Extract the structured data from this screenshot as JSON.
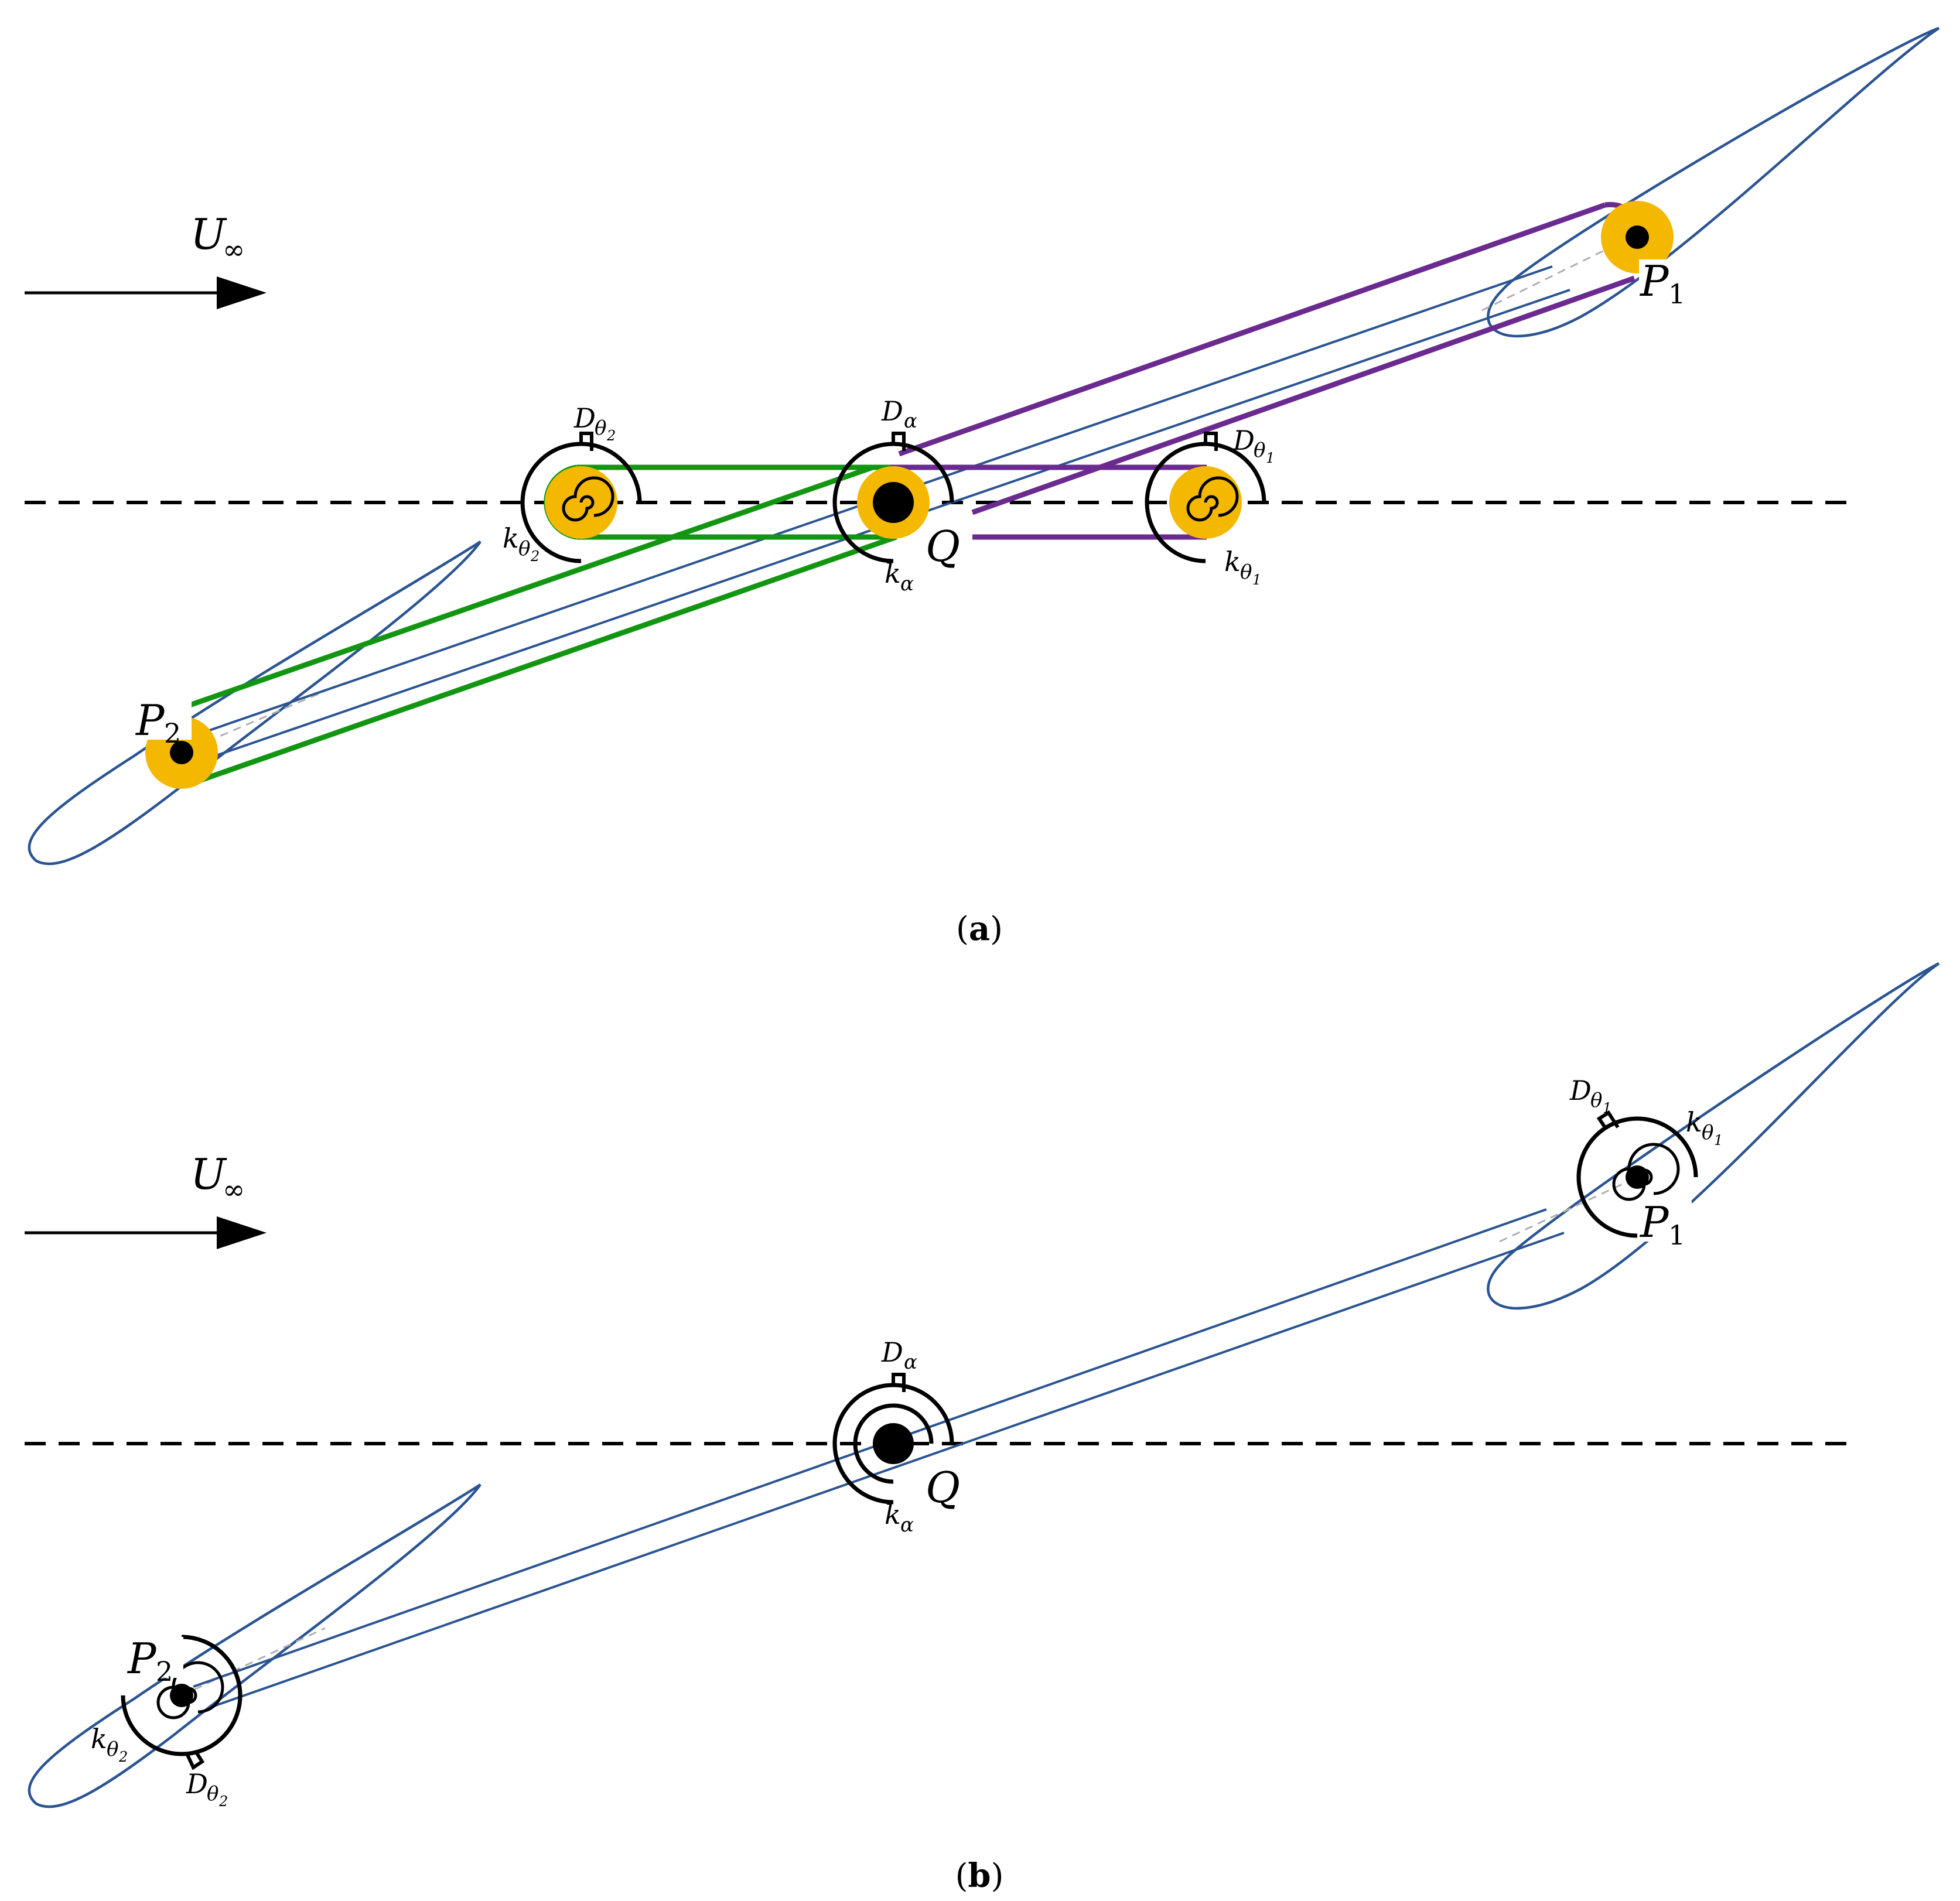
{
  "panels": [
    {
      "id": "a",
      "caption_letter": "a",
      "flow_label": "U",
      "flow_sub": "∞",
      "labels": {
        "D_alpha": {
          "main": "D",
          "sub": "α"
        },
        "k_alpha": {
          "main": "k",
          "sub": "α"
        },
        "Q": "Q",
        "P1": {
          "main": "P",
          "sub": "1"
        },
        "P2": {
          "main": "P",
          "sub": "2"
        },
        "D_theta1": {
          "main": "D",
          "sub": "θ",
          "subsub": "1"
        },
        "k_theta1": {
          "main": "k",
          "sub": "θ",
          "subsub": "1"
        },
        "D_theta2": {
          "main": "D",
          "sub": "θ",
          "subsub": "2"
        },
        "k_theta2": {
          "main": "k",
          "sub": "θ",
          "subsub": "2"
        }
      }
    },
    {
      "id": "b",
      "caption_letter": "b",
      "flow_label": "U",
      "flow_sub": "∞",
      "labels": {
        "D_alpha": {
          "main": "D",
          "sub": "α"
        },
        "k_alpha": {
          "main": "k",
          "sub": "α"
        },
        "Q": "Q",
        "P1": {
          "main": "P",
          "sub": "1"
        },
        "P2": {
          "main": "P",
          "sub": "2"
        },
        "D_theta1": {
          "main": "D",
          "sub": "θ",
          "subsub": "1"
        },
        "k_theta1": {
          "main": "k",
          "sub": "θ",
          "subsub": "1"
        },
        "D_theta2": {
          "main": "D",
          "sub": "θ",
          "subsub": "2"
        },
        "k_theta2": {
          "main": "k",
          "sub": "θ",
          "subsub": "2"
        }
      }
    }
  ],
  "colors": {
    "wing": "#2b5493",
    "belt_rear": "#129612",
    "belt_front": "#6a2a8f",
    "pulley": "#f5b800"
  }
}
